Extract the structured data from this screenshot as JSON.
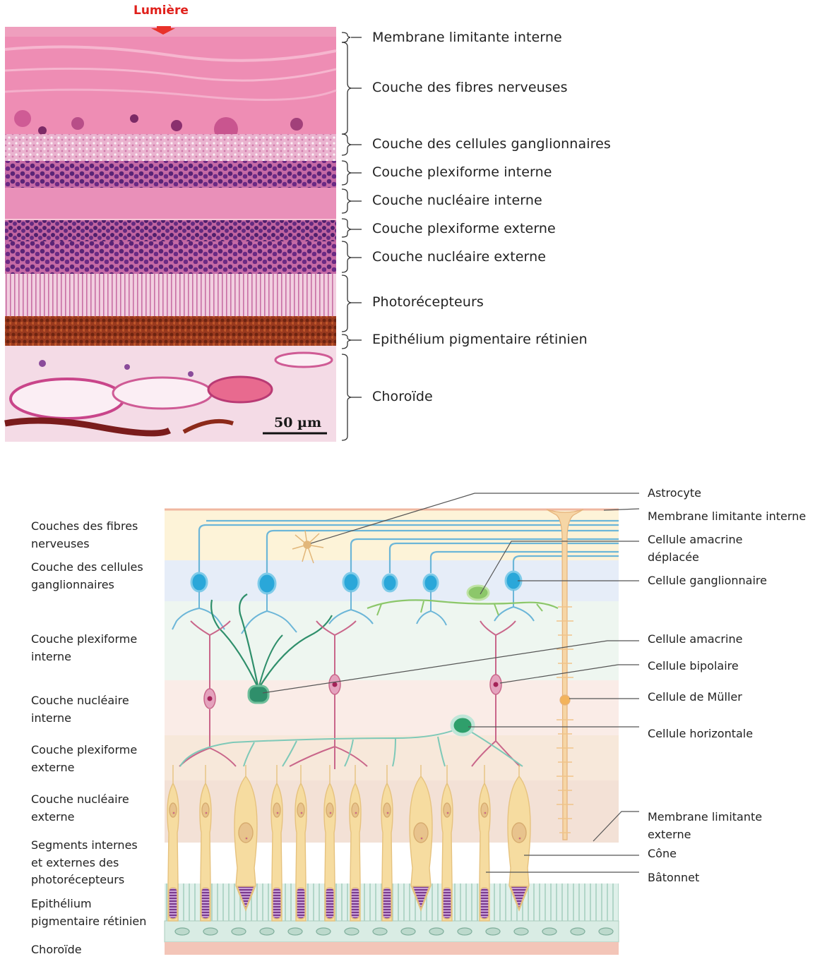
{
  "histology": {
    "light_label": "Lumière",
    "scale_bar": "50 µm",
    "layers": [
      "Membrane limitante interne",
      "Couche des fibres nerveuses",
      "Couche des cellules ganglionnaires",
      "Couche plexiforme interne",
      "Couche nucléaire interne",
      "Couche plexiforme externe",
      "Couche nucléaire externe",
      "Photorécepteurs",
      "Epithélium pigmentaire rétinien",
      "Choroïde"
    ]
  },
  "schematic": {
    "left_labels": [
      "Couches des fibres nerveuses",
      "Couche des cellules ganglionnaires",
      "Couche plexiforme interne",
      "Couche nucléaire interne",
      "Couche plexiforme externe",
      "Couche nucléaire externe",
      "Segments internes et externes des photorécepteurs",
      "Epithélium pigmentaire rétinien",
      "Choroïde"
    ],
    "right_labels": [
      "Astrocyte",
      "Membrane limitante interne",
      "Cellule amacrine déplacée",
      "Cellule ganglionnaire",
      "Cellule amacrine",
      "Cellule bipolaire",
      "Cellule de Müller",
      "Cellule horizontale",
      "Membrane limitante externe",
      "Cône",
      "Bâtonnet"
    ]
  },
  "colors": {
    "light_arrow": "#e8322a",
    "axon": "#6cb6d8",
    "bipolar": "#c9668a",
    "amacrine": "#2f8f6b",
    "displaced_amacrine": "#8cc76a",
    "horizontal": "#7ec9b8",
    "muller": "#f3c98a",
    "photoreceptor": "#f6dca0"
  }
}
